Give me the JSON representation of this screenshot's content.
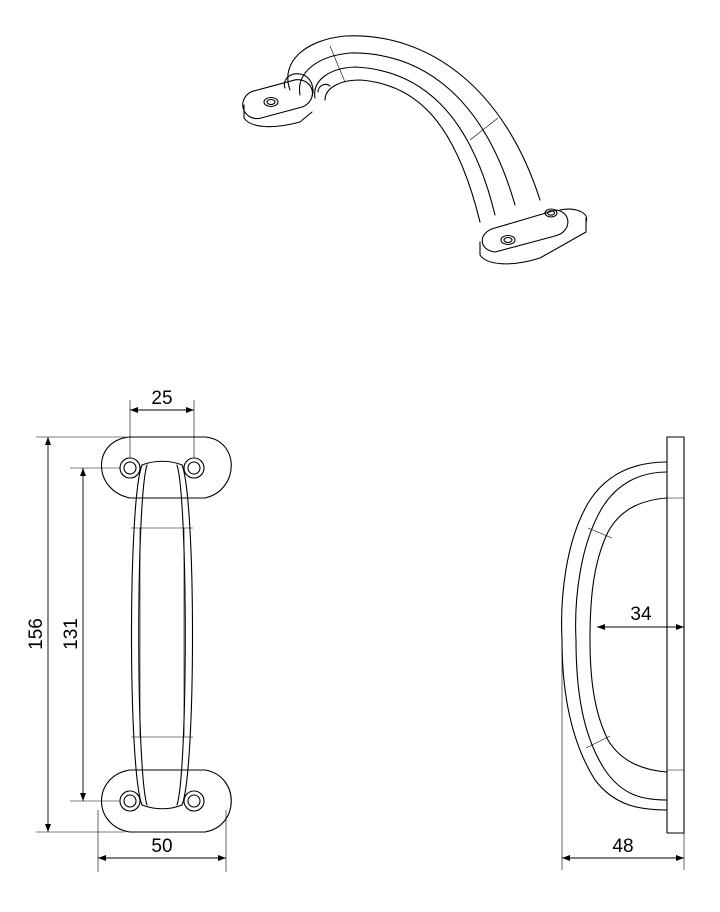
{
  "dimensions": {
    "top_hole_spacing": "25",
    "overall_length": "156",
    "hole_center_length": "131",
    "base_width": "50",
    "grip_clearance": "34",
    "projection": "48"
  }
}
